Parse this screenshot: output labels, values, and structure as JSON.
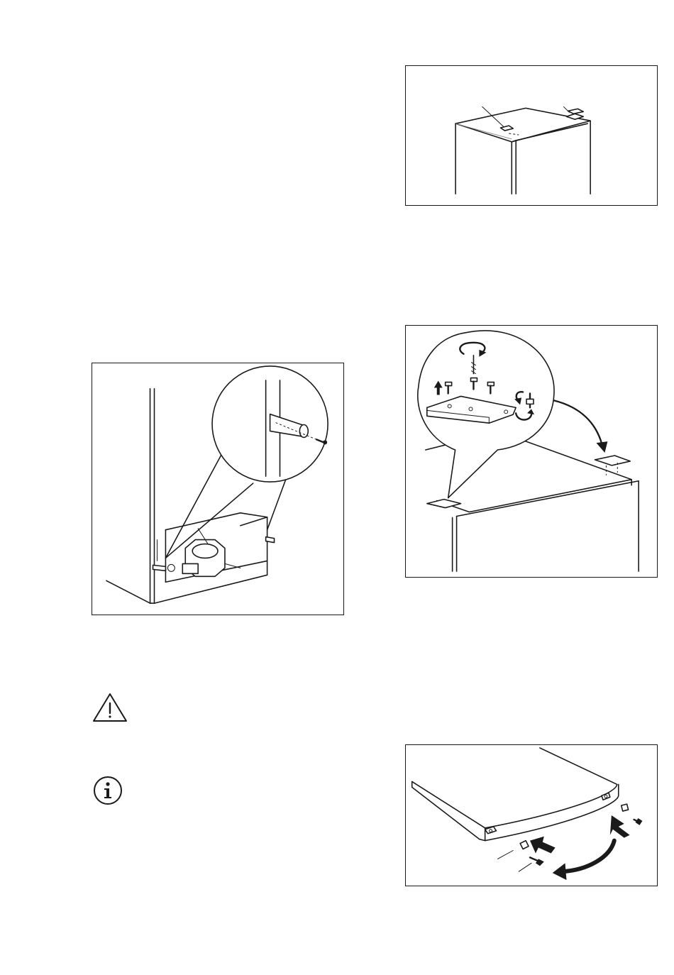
{
  "figures": [
    {
      "id": "fig-top-cabinet",
      "kind": "line-drawing"
    },
    {
      "id": "fig-hinge-swap",
      "kind": "line-drawing"
    },
    {
      "id": "fig-door-handles",
      "kind": "line-drawing"
    },
    {
      "id": "fig-compressor-detail",
      "kind": "line-drawing"
    }
  ],
  "icons": {
    "warning": "warning-triangle-icon",
    "info": "info-circle-icon"
  },
  "colors": {
    "line": "#1a1a1a",
    "paper": "#ffffff"
  }
}
